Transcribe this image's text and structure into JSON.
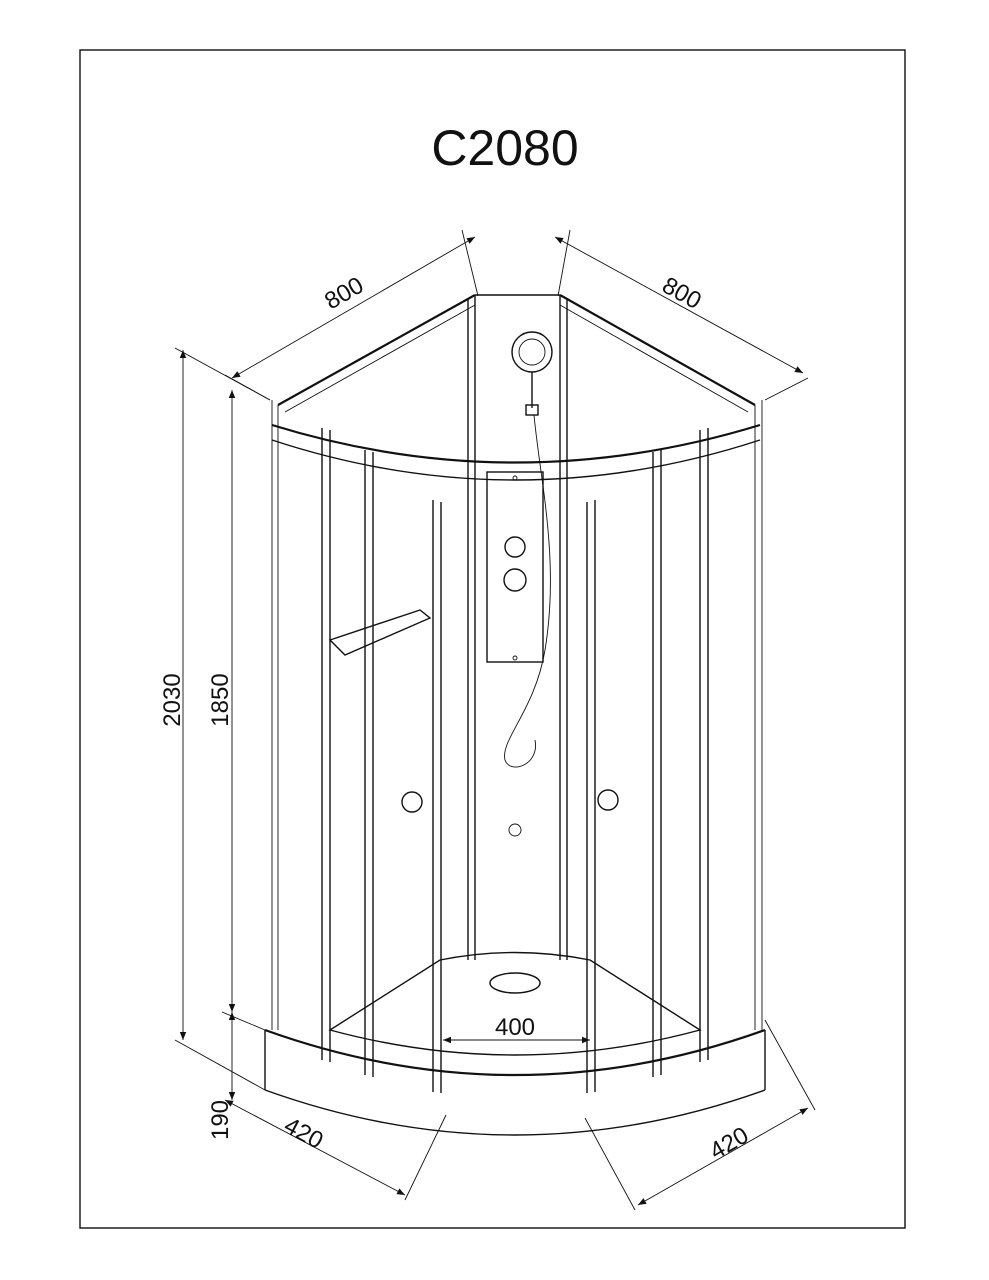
{
  "title": "C2080",
  "dimensions": {
    "width_left": "800",
    "width_right": "800",
    "total_height": "2030",
    "enclosure_height": "1850",
    "tray_height": "190",
    "door_left": "420",
    "door_right": "420",
    "door_opening": "400"
  },
  "colors": {
    "line": "#111111",
    "background": "#ffffff"
  }
}
